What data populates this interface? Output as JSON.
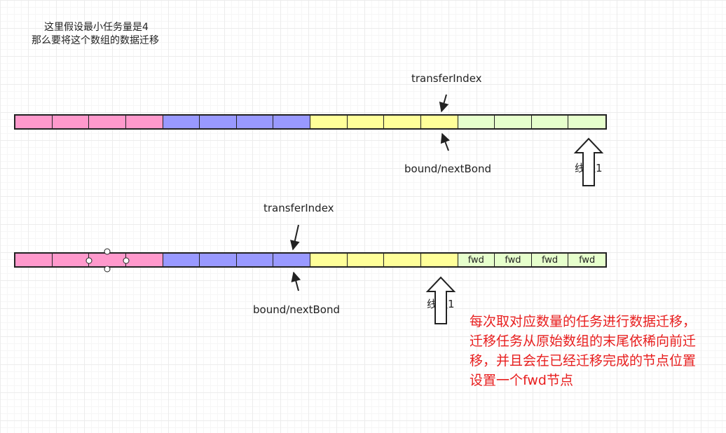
{
  "note": {
    "line1": "这里假设最小任务量是4",
    "line2": "那么要将这个数组的数据迁移"
  },
  "colors": {
    "pink": "#ff99cc",
    "purple": "#9999ff",
    "yellow": "#ffff99",
    "green": "#e6ffcc",
    "outline": "#222222",
    "red_text": "#e81e1e"
  },
  "array_top": {
    "cells": [
      {
        "color": "pink",
        "label": ""
      },
      {
        "color": "pink",
        "label": ""
      },
      {
        "color": "pink",
        "label": ""
      },
      {
        "color": "pink",
        "label": ""
      },
      {
        "color": "purple",
        "label": ""
      },
      {
        "color": "purple",
        "label": ""
      },
      {
        "color": "purple",
        "label": ""
      },
      {
        "color": "purple",
        "label": ""
      },
      {
        "color": "yellow",
        "label": ""
      },
      {
        "color": "yellow",
        "label": ""
      },
      {
        "color": "yellow",
        "label": ""
      },
      {
        "color": "yellow",
        "label": ""
      },
      {
        "color": "green",
        "label": ""
      },
      {
        "color": "green",
        "label": ""
      },
      {
        "color": "green",
        "label": ""
      },
      {
        "color": "green",
        "label": ""
      }
    ],
    "transfer_index_label": "transferIndex",
    "bound_label": "bound/nextBond",
    "thread_label": "线程1"
  },
  "array_bottom": {
    "cells": [
      {
        "color": "pink",
        "label": ""
      },
      {
        "color": "pink",
        "label": ""
      },
      {
        "color": "pink",
        "label": ""
      },
      {
        "color": "pink",
        "label": ""
      },
      {
        "color": "purple",
        "label": ""
      },
      {
        "color": "purple",
        "label": ""
      },
      {
        "color": "purple",
        "label": ""
      },
      {
        "color": "purple",
        "label": ""
      },
      {
        "color": "yellow",
        "label": ""
      },
      {
        "color": "yellow",
        "label": ""
      },
      {
        "color": "yellow",
        "label": ""
      },
      {
        "color": "yellow",
        "label": ""
      },
      {
        "color": "green",
        "label": "fwd"
      },
      {
        "color": "green",
        "label": "fwd"
      },
      {
        "color": "green",
        "label": "fwd"
      },
      {
        "color": "green",
        "label": "fwd"
      }
    ],
    "transfer_index_label": "transferIndex",
    "bound_label": "bound/nextBond",
    "thread_label": "线程1"
  },
  "explanation": {
    "line1": "每次取对应数量的任务进行数据迁移，",
    "line2": "迁移任务从原始数组的末尾依稀向前迁",
    "line3": "移，并且会在已经迁移完成的节点位置",
    "line4": "设置一个fwd节点"
  }
}
